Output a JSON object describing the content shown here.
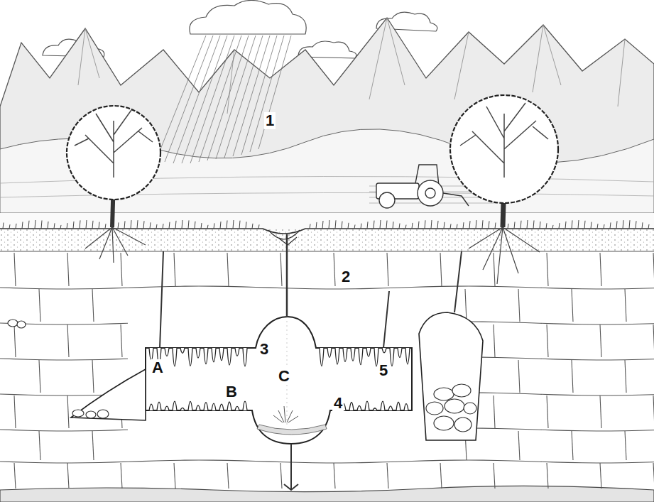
{
  "diagram": {
    "labels": [
      "1",
      "2",
      "3",
      "A",
      "5",
      "B",
      "C",
      "4"
    ]
  }
}
